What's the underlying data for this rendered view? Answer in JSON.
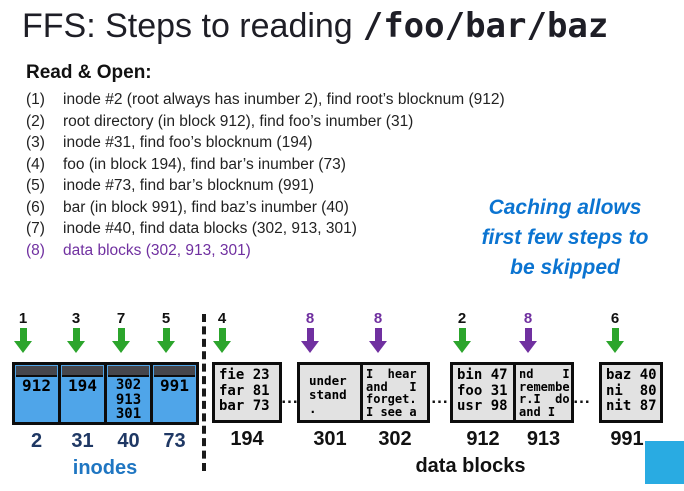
{
  "title": {
    "prefix": "FFS: Steps to reading",
    "path": "/foo/bar/baz"
  },
  "read_open": {
    "heading": "Read & Open:",
    "steps": [
      {
        "num": "(1)",
        "text": "inode #2  (root always has inumber 2), find root’s blocknum (912)"
      },
      {
        "num": "(2)",
        "text": "root directory (in block 912), find foo’s inumber (31)"
      },
      {
        "num": "(3)",
        "text": "inode #31, find foo’s blocknum (194)"
      },
      {
        "num": "(4)",
        "text": "foo (in block 194), find bar’s inumber (73)"
      },
      {
        "num": "(5)",
        "text": "inode #73, find bar’s blocknum (991)"
      },
      {
        "num": "(6)",
        "text": "bar (in block 991), find baz’s inumber (40)"
      },
      {
        "num": "(7)",
        "text": "inode #40, find data blocks (302, 913, 301)"
      },
      {
        "num": "(8)",
        "text": "data blocks (302, 913, 301)"
      }
    ]
  },
  "caching_note": "Caching allows\nfirst few steps to\nbe skipped",
  "diagram": {
    "inodes": {
      "label": "inodes",
      "boxes": [
        {
          "arrow": "1",
          "arrow_color": "green",
          "content": "912",
          "inumber": "2"
        },
        {
          "arrow": "3",
          "arrow_color": "green",
          "content": "194",
          "inumber": "31"
        },
        {
          "arrow": "7",
          "arrow_color": "green",
          "content": "302\n913\n301",
          "inumber": "40"
        },
        {
          "arrow": "5",
          "arrow_color": "green",
          "content": "991",
          "inumber": "73"
        }
      ]
    },
    "data_blocks": {
      "label": "data blocks",
      "ellipsis": "...",
      "boxes": [
        {
          "arrow": "4",
          "arrow_color": "green",
          "content": "fie 23\nfar 81\nbar 73",
          "blocknum": "194"
        },
        {
          "arrow": "8",
          "arrow_color": "purple",
          "content": "under\nstand\n.",
          "blocknum": "301"
        },
        {
          "arrow": "8",
          "arrow_color": "purple",
          "content": "I  hear\nand   I\nforget.\nI see a",
          "blocknum": "302"
        },
        {
          "arrow": "2",
          "arrow_color": "green",
          "content": "bin 47\nfoo 31\nusr 98",
          "blocknum": "912"
        },
        {
          "arrow": "8",
          "arrow_color": "purple",
          "content": "nd    I\nremembe\nr.I  do\nand I",
          "blocknum": "913"
        },
        {
          "arrow": "6",
          "arrow_color": "green",
          "content": "baz 40\nni  80\nnit 87",
          "blocknum": "991"
        }
      ]
    }
  },
  "colors": {
    "step8_purple": "#7030A0",
    "caching_blue": "#0b74d1",
    "arrow_green": "#2ca52c",
    "arrow_purple": "#7030A0",
    "inode_fill_blue": "#4fa5e9",
    "inode_header_gray": "#46464c",
    "inode_number_navy": "#1F3864",
    "inodes_label_blue": "#1f76c2",
    "data_block_gray": "#e2e2e2",
    "corner_square_blue": "#29ABE2"
  }
}
